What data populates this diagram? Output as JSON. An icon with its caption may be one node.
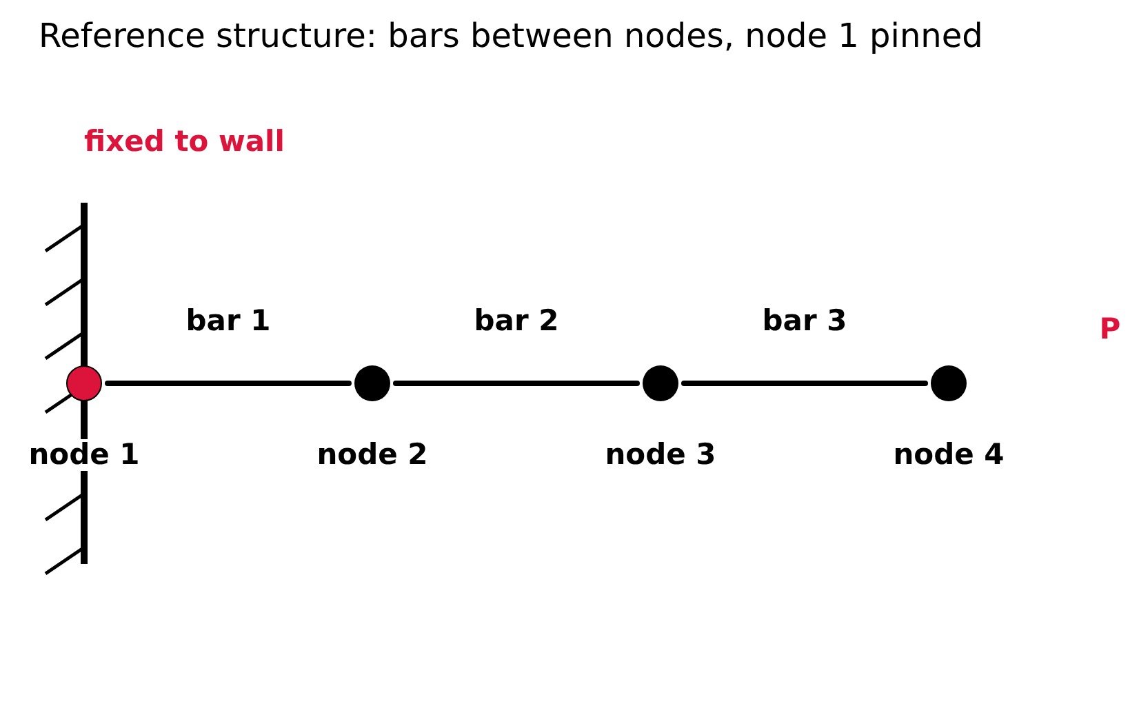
{
  "diagram": {
    "title": "Reference structure: bars between nodes, node 1 pinned",
    "nodes": [
      {
        "text": [],
        "shape": "circle",
        "beside": [
          "node 1"
        ]
      },
      {
        "text": [],
        "shape": "circle",
        "beside": [
          "node 2"
        ]
      },
      {
        "text": [],
        "shape": "circle",
        "beside": [
          "node 3"
        ]
      },
      {
        "text": [],
        "shape": "circle",
        "beside": [
          "node 4"
        ]
      }
    ],
    "edges": [
      {
        "from": 0,
        "to": 1,
        "arrow": "none",
        "label": "bar 1"
      },
      {
        "from": 1,
        "to": 2,
        "arrow": "none",
        "label": "bar 2"
      },
      {
        "from": 2,
        "to": 3,
        "arrow": "none",
        "label": "bar 3"
      }
    ],
    "labels": [
      "fixed to wall",
      "P"
    ]
  }
}
